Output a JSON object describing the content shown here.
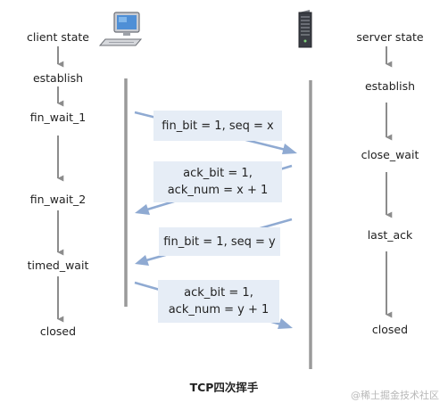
{
  "client": {
    "title": "client state",
    "states": [
      "establish",
      "fin_wait_1",
      "fin_wait_2",
      "timed_wait",
      "closed"
    ]
  },
  "server": {
    "title": "server state",
    "states": [
      "establish",
      "close_wait",
      "last_ack",
      "closed"
    ]
  },
  "messages": [
    {
      "line1": "fin_bit = 1, seq = x",
      "line2": ""
    },
    {
      "line1": "ack_bit = 1,",
      "line2": "ack_num = x + 1"
    },
    {
      "line1": "fin_bit = 1, seq = y",
      "line2": ""
    },
    {
      "line1": "ack_bit = 1,",
      "line2": "ack_num = y + 1"
    }
  ],
  "caption": "TCP四次挥手",
  "watermark": "@稀土掘金技术社区",
  "colors": {
    "arrow_gray": "#8c8c8c",
    "timeline_gray": "#9a9a9a",
    "message_arrow_blue": "#8faad2",
    "box_fill": "#e6edf6"
  },
  "icons": {
    "client": "desktop-computer-icon",
    "server": "server-tower-icon"
  }
}
